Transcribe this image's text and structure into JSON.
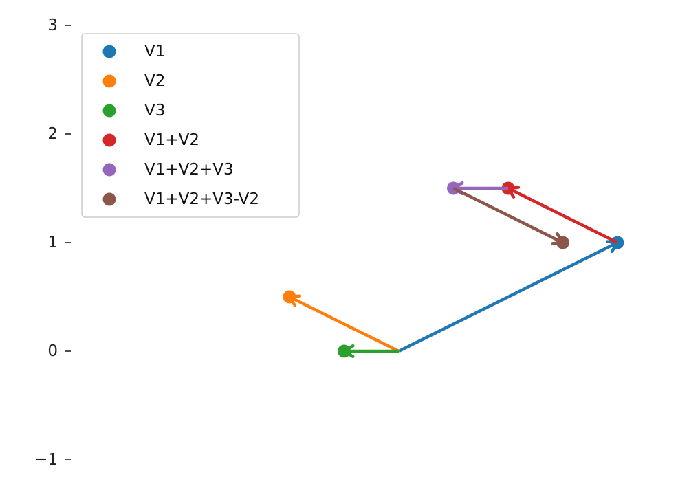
{
  "chart_data": {
    "type": "quiver",
    "title": "",
    "xlabel": "",
    "ylabel": "",
    "ylim": [
      -1,
      3
    ],
    "xlim": [
      -2.5,
      2.5
    ],
    "y_ticks": [
      {
        "value": 3,
        "label": "3"
      },
      {
        "value": 2,
        "label": "2"
      },
      {
        "value": 1,
        "label": "1"
      },
      {
        "value": 0,
        "label": "0"
      },
      {
        "value": -1,
        "label": "−1"
      }
    ],
    "x_axis_visible": false,
    "grid": false,
    "legend_position": "top-left",
    "series": [
      {
        "name": "V1",
        "color": "#1f77b4",
        "start": [
          0,
          0
        ],
        "end": [
          2,
          1
        ]
      },
      {
        "name": "V2",
        "color": "#ff7f0e",
        "start": [
          0,
          0
        ],
        "end": [
          -1,
          0.5
        ]
      },
      {
        "name": "V3",
        "color": "#2ca02c",
        "start": [
          0,
          0
        ],
        "end": [
          -0.5,
          0
        ]
      },
      {
        "name": "V1+V2",
        "color": "#d62728",
        "start": [
          2,
          1
        ],
        "end": [
          1,
          1.5
        ]
      },
      {
        "name": "V1+V2+V3",
        "color": "#9467bd",
        "start": [
          1,
          1.5
        ],
        "end": [
          0.5,
          1.5
        ]
      },
      {
        "name": "V1+V2+V3-V2",
        "color": "#8c564b",
        "start": [
          0.5,
          1.5
        ],
        "end": [
          1.5,
          1
        ]
      }
    ]
  }
}
